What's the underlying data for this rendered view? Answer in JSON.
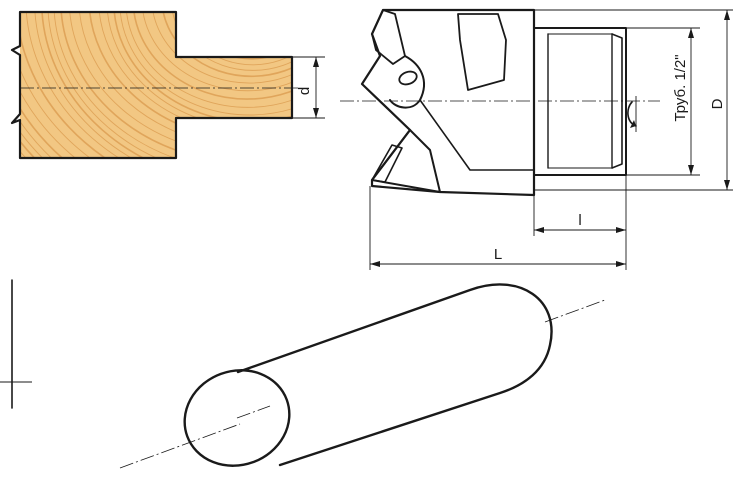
{
  "labels": {
    "profile_depth": "d",
    "diameter": "D",
    "thread": "Труб. 1/2\"",
    "shank_length": "l",
    "total_length": "L"
  },
  "colors": {
    "wood_light": "#f2c783",
    "wood_ring": "#d99a4e",
    "ink": "#1a1a1a",
    "cutter_face": "#d6d6d6"
  },
  "icons": {
    "rotation": "rotation-arrow-icon"
  }
}
